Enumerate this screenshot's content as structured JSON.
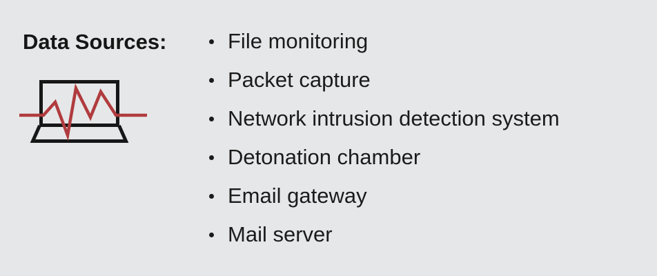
{
  "page": {
    "background_color": "#e6e7e8",
    "text_color": "#1b1b1b"
  },
  "header": {
    "label": "Data Sources:"
  },
  "icon": {
    "name": "laptop-pulse-icon",
    "frame_color": "#171717",
    "pulse_color": "#b03b3e"
  },
  "list": {
    "items": [
      "File monitoring",
      "Packet capture",
      "Network intrusion detection system",
      "Detonation chamber",
      "Email gateway",
      "Mail server"
    ]
  }
}
